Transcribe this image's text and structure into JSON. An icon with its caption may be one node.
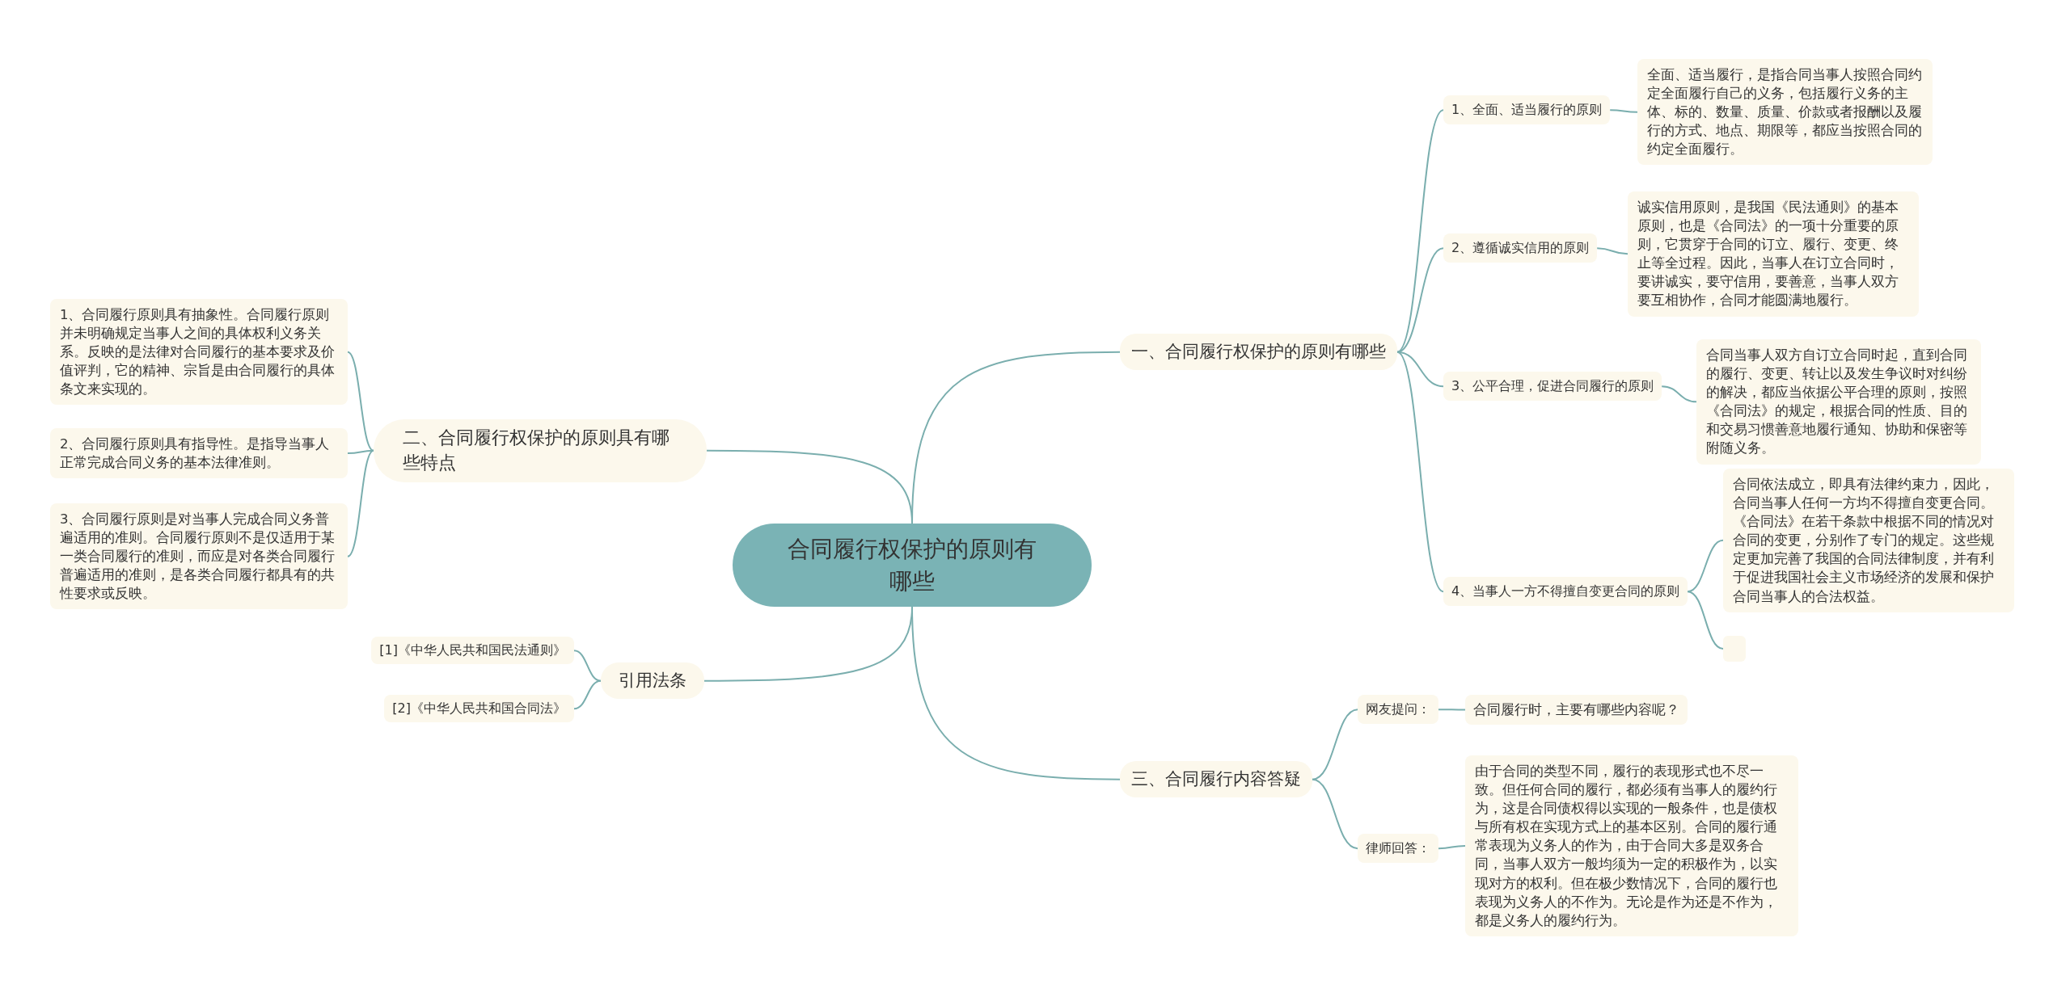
{
  "diagram": {
    "nodes": [
      {
        "text": [
          "合同履行权保护的原则有哪些"
        ]
      },
      {
        "text": [
          "一、合同履行权保护的原则有哪些"
        ]
      },
      {
        "text": [
          "1、全面、适当履行的原则"
        ]
      },
      {
        "text": [
          "全面、适当履行，是指合同当事人按照合同约定全面履行自己的义务，包括履行义务的主体、标的、数量、质量、价款或者报酬以及履行的方式、地点、期限等，都应当按照合同的约定全面履行。"
        ]
      },
      {
        "text": [
          "2、遵循诚实信用的原则"
        ]
      },
      {
        "text": [
          "诚实信用原则，是我国《民法通则》的基本原则，也是《合同法》的一项十分重要的原则，它贯穿于合同的订立、履行、变更、终止等全过程。因此，当事人在订立合同时，要讲诚实，要守信用，要善意，当事人双方要互相协作，合同才能圆满地履行。"
        ]
      },
      {
        "text": [
          "3、公平合理，促进合同履行的原则"
        ]
      },
      {
        "text": [
          "合同当事人双方自订立合同时起，直到合同的履行、变更、转让以及发生争议时对纠纷的解决，都应当依据公平合理的原则，按照《合同法》的规定，根据合同的性质、目的和交易习惯善意地履行通知、协助和保密等附随义务。"
        ]
      },
      {
        "text": [
          "4、当事人一方不得擅自变更合同的原则"
        ]
      },
      {
        "text": [
          "合同依法成立，即具有法律约束力，因此，合同当事人任何一方均不得擅自变更合同。《合同法》在若干条款中根据不同的情况对合同的变更，分别作了专门的规定。这些规定更加完善了我国的合同法律制度，并有利于促进我国社会主义市场经济的发展和保护合同当事人的合法权益。"
        ]
      },
      {
        "text": [],
        "shape": "box"
      },
      {
        "text": [
          "三、合同履行内容答疑"
        ]
      },
      {
        "text": [
          "网友提问："
        ]
      },
      {
        "text": [
          "合同履行时，主要有哪些内容呢？"
        ]
      },
      {
        "text": [
          "律师回答："
        ]
      },
      {
        "text": [
          "由于合同的类型不同，履行的表现形式也不尽一致。但任何合同的履行，都必须有当事人的履约行为，这是合同债权得以实现的一般条件，也是债权与所有权在实现方式上的基本区别。合同的履行通常表现为义务人的作为，由于合同大多是双务合同，当事人双方一般均须为一定的积极作为，以实现对方的权利。但在极少数情况下，合同的履行也表现为义务人的不作为。无论是作为还是不作为，都是义务人的履约行为。"
        ]
      },
      {
        "text": [
          "二、合同履行权保护的原则具有哪些特点"
        ]
      },
      {
        "text": [
          "1、合同履行原则具有抽象性。合同履行原则并未明确规定当事人之间的具体权利义务关系。反映的是法律对合同履行的基本要求及价值评判，它的精神、宗旨是由合同履行的具体条文来实现的。"
        ]
      },
      {
        "text": [
          "2、合同履行原则具有指导性。是指导当事人正常完成合同义务的基本法律准则。"
        ]
      },
      {
        "text": [
          "3、合同履行原则是对当事人完成合同义务普遍适用的准则。合同履行原则不是仅适用于某一类合同履行的准则，而应是对各类合同履行普遍适用的准则，是各类合同履行都具有的共性要求或反映。"
        ]
      },
      {
        "text": [
          "引用法条"
        ]
      },
      {
        "text": [
          "[1]《中华人民共和国民法通则》"
        ]
      },
      {
        "text": [
          "[2]《中华人民共和国合同法》"
        ]
      }
    ],
    "edges": [
      {
        "from": 0,
        "to": 1,
        "arrow": "none"
      },
      {
        "from": 1,
        "to": 2,
        "arrow": "none"
      },
      {
        "from": 2,
        "to": 3,
        "arrow": "none"
      },
      {
        "from": 1,
        "to": 4,
        "arrow": "none"
      },
      {
        "from": 4,
        "to": 5,
        "arrow": "none"
      },
      {
        "from": 1,
        "to": 6,
        "arrow": "none"
      },
      {
        "from": 6,
        "to": 7,
        "arrow": "none"
      },
      {
        "from": 1,
        "to": 8,
        "arrow": "none"
      },
      {
        "from": 8,
        "to": 9,
        "arrow": "none"
      },
      {
        "from": 8,
        "to": 10,
        "arrow": "none"
      },
      {
        "from": 0,
        "to": 11,
        "arrow": "none"
      },
      {
        "from": 11,
        "to": 12,
        "arrow": "none"
      },
      {
        "from": 12,
        "to": 13,
        "arrow": "none"
      },
      {
        "from": 11,
        "to": 14,
        "arrow": "none"
      },
      {
        "from": 14,
        "to": 15,
        "arrow": "none"
      },
      {
        "from": 0,
        "to": 16,
        "arrow": "none"
      },
      {
        "from": 16,
        "to": 17,
        "arrow": "none"
      },
      {
        "from": 16,
        "to": 18,
        "arrow": "none"
      },
      {
        "from": 16,
        "to": 19,
        "arrow": "none"
      },
      {
        "from": 0,
        "to": 20,
        "arrow": "none"
      },
      {
        "from": 20,
        "to": 21,
        "arrow": "none"
      },
      {
        "from": 20,
        "to": 22,
        "arrow": "none"
      }
    ]
  }
}
